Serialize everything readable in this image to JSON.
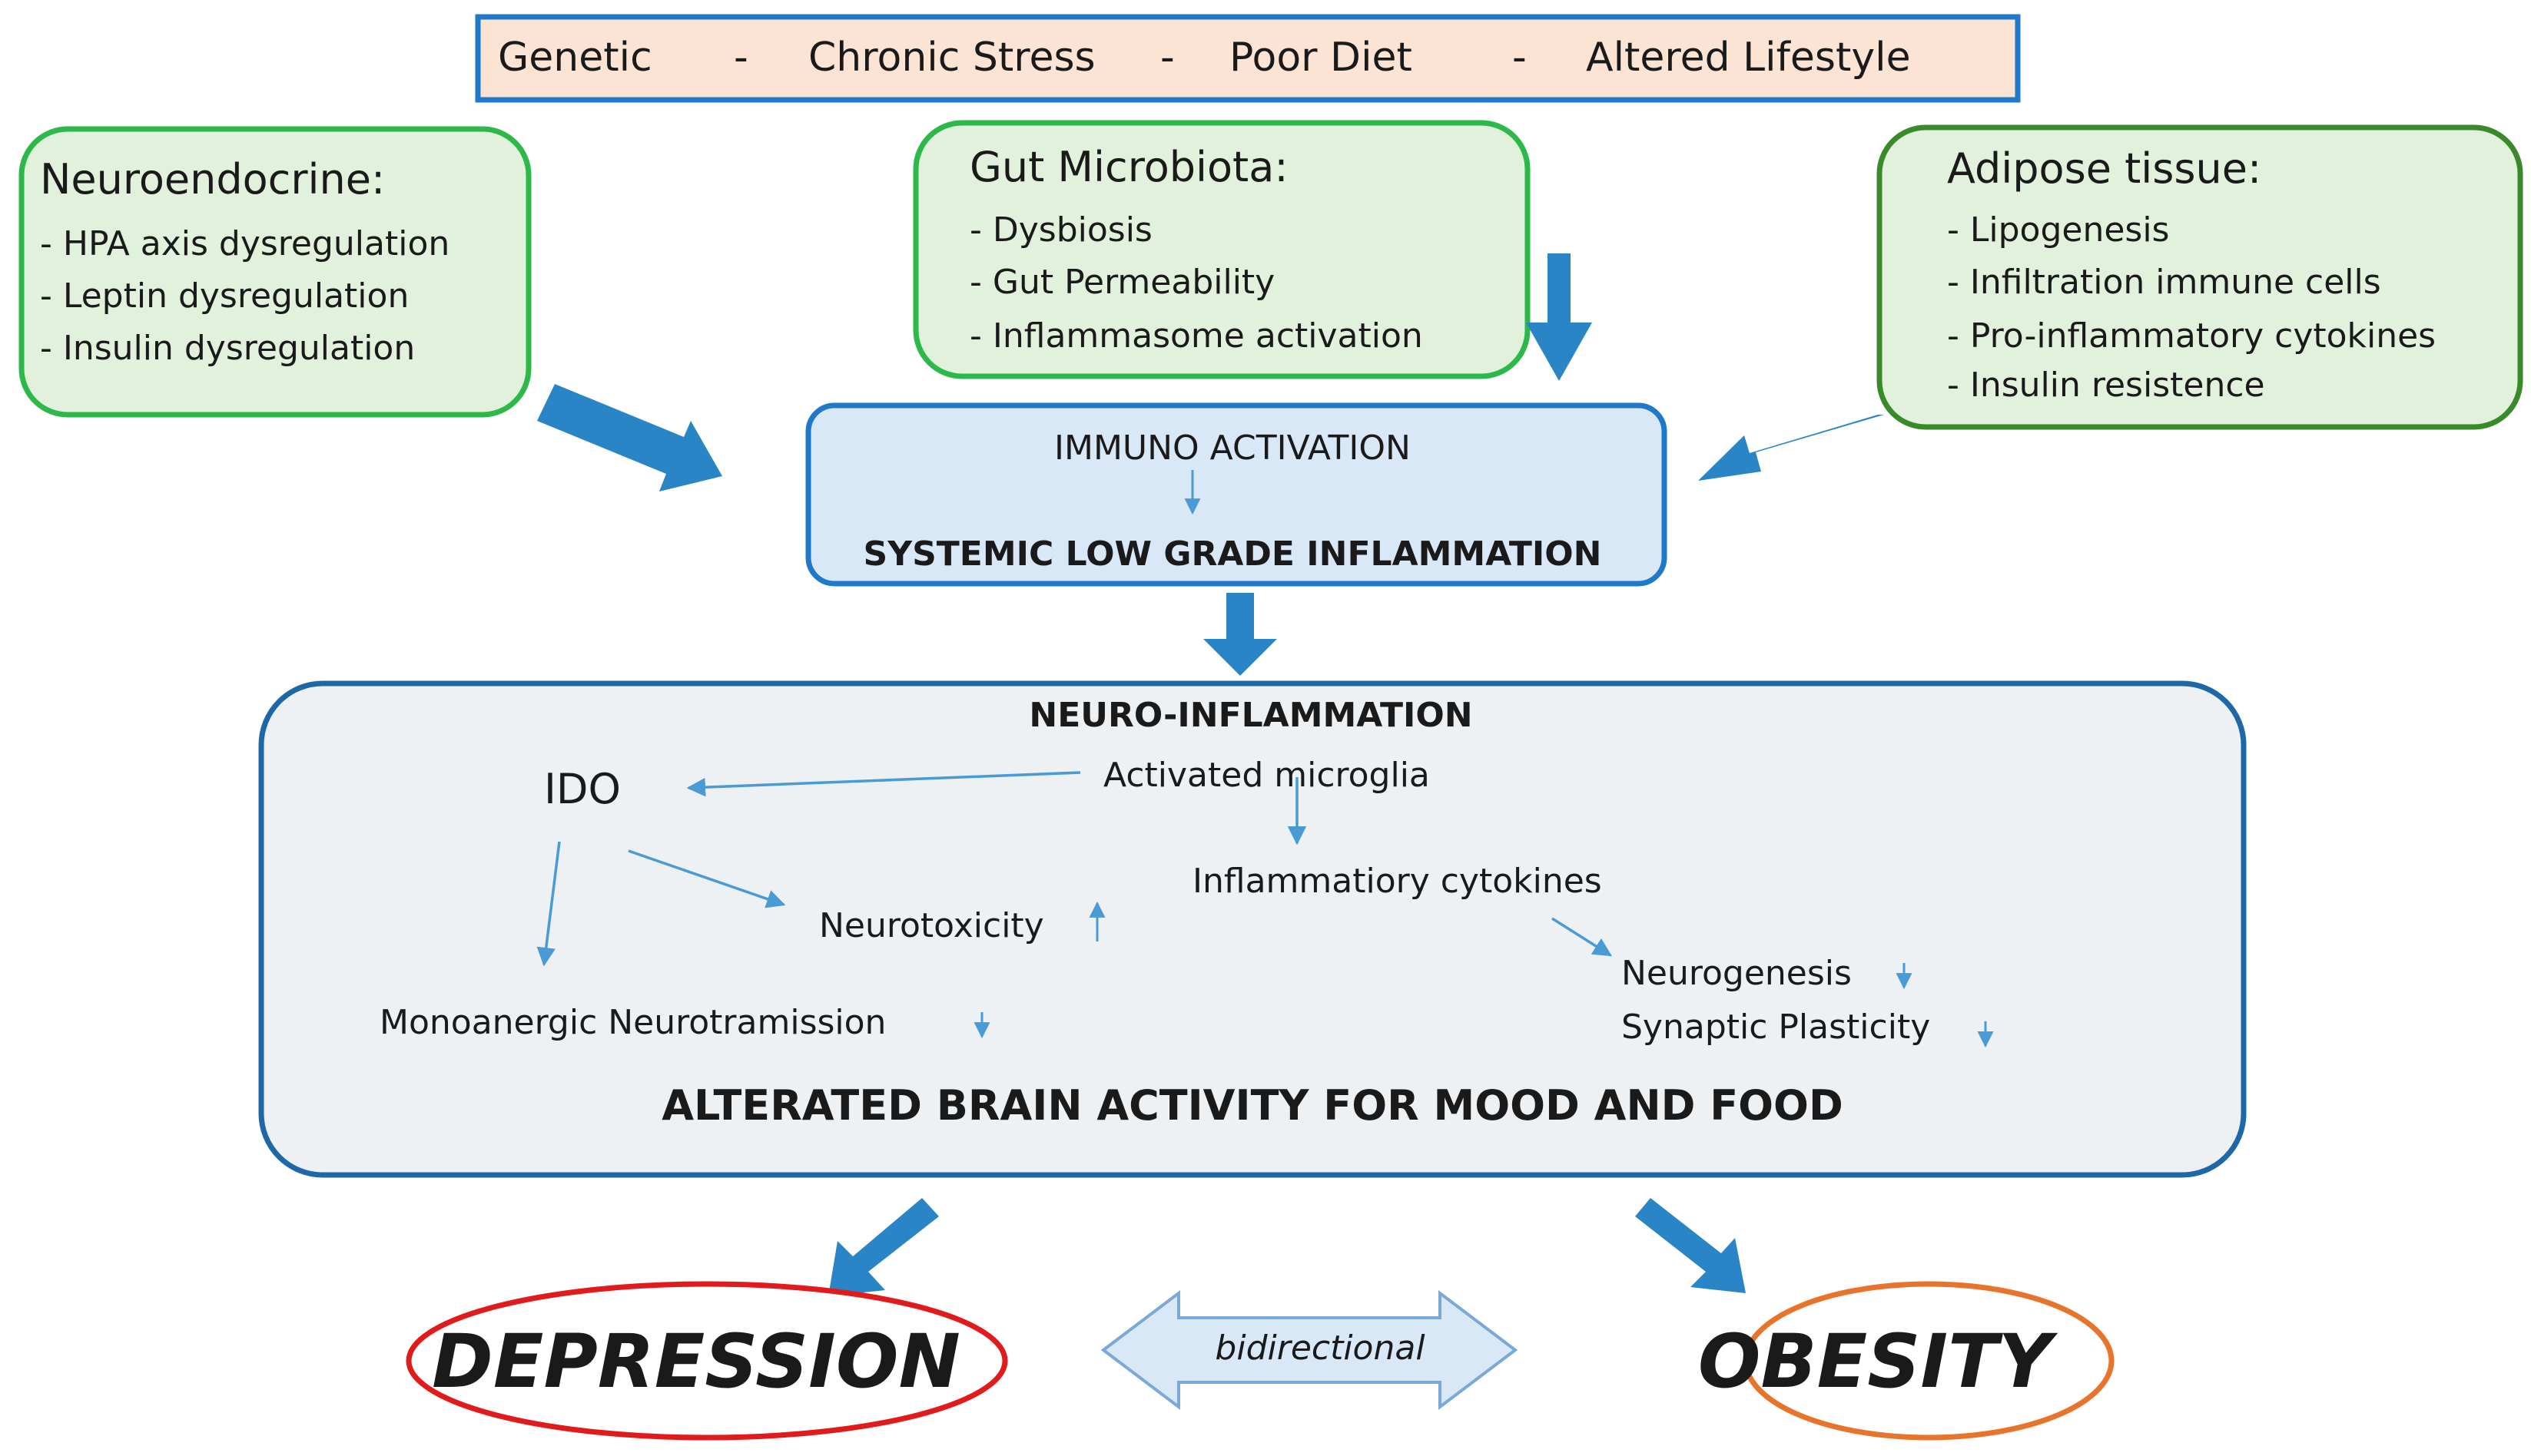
{
  "factors": {
    "genetic": "Genetic",
    "sep1": "-",
    "chronic_stress": "Chronic Stress",
    "sep2": "-",
    "poor_diet": "Poor Diet",
    "sep3": "-",
    "altered_lifestyle": "Altered Lifestyle"
  },
  "neuroendocrine": {
    "title": "Neuroendocrine:",
    "items": [
      "- HPA axis dysregulation",
      "- Leptin dysregulation",
      "- Insulin dysregulation"
    ]
  },
  "gut": {
    "title": "Gut Microbiota:",
    "items": [
      "- Dysbiosis",
      "- Gut Permeability",
      "- Inflammasome activation"
    ]
  },
  "adipose": {
    "title": "Adipose tissue:",
    "items": [
      "- Lipogenesis",
      "- Infiltration immune cells",
      "- Pro-inflammatory cytokines",
      "- Insulin resistence"
    ]
  },
  "immuno": {
    "activation": "IMMUNO ACTIVATION",
    "systemic": "SYSTEMIC LOW GRADE INFLAMMATION"
  },
  "neuro": {
    "title": "NEURO-INFLAMMATION",
    "ido": "IDO",
    "microglia": "Activated microglia",
    "cytokines": "Inflammatiory cytokines",
    "neurotoxicity": "Neurotoxicity",
    "monoanergic": "Monoanergic Neurotramission",
    "neurogenesis": "Neurogenesis",
    "synaptic": "Synaptic Plasticity",
    "footer": "ALTERATED BRAIN ACTIVITY  FOR MOOD AND FOOD"
  },
  "outcomes": {
    "depression": "DEPRESSION",
    "obesity": "OBESITY",
    "bidirectional": "bidirectional"
  },
  "colors": {
    "blue_border": "#1f78c8",
    "green_border": "#2db84a",
    "dark_green_border": "#3a8a2c",
    "green_fill": "#e1f1dc",
    "peach_fill": "#fbe4d3",
    "light_blue_fill": "#d9e8f7",
    "panel_fill": "#eef1f4",
    "arrow_blue": "#2a85c6",
    "red": "#e11b1b",
    "orange": "#e8742b"
  }
}
